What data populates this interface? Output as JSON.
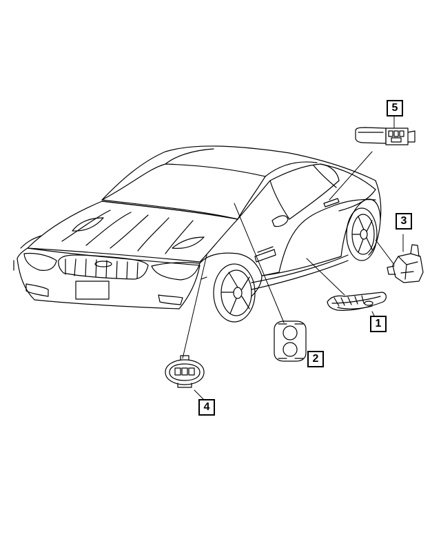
{
  "colors": {
    "line": "#000000",
    "background": "#ffffff",
    "fill": "#ffffff"
  },
  "callouts": [
    {
      "id": "c1",
      "label": "1"
    },
    {
      "id": "c2",
      "label": "2"
    },
    {
      "id": "c3",
      "label": "3"
    },
    {
      "id": "c4",
      "label": "4"
    },
    {
      "id": "c5",
      "label": "5"
    }
  ]
}
